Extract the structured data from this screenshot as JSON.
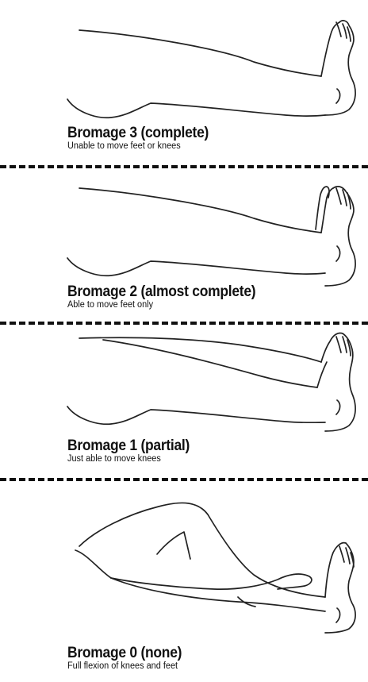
{
  "levels": [
    {
      "title": "Bromage 3 (complete)",
      "subtitle": "Unable to move feet or knees"
    },
    {
      "title": "Bromage 2 (almost complete)",
      "subtitle": "Able to move feet only"
    },
    {
      "title": "Bromage 1 (partial)",
      "subtitle": "Just able to move knees"
    },
    {
      "title": "Bromage 0 (none)",
      "subtitle": "Full flexion of knees and feet"
    }
  ],
  "icons": {
    "panel_3": "leg-straight-feet-still-icon",
    "panel_2": "leg-straight-feet-moving-icon",
    "panel_1": "leg-knee-slightly-raised-icon",
    "panel_0": "leg-fully-flexed-icon"
  }
}
